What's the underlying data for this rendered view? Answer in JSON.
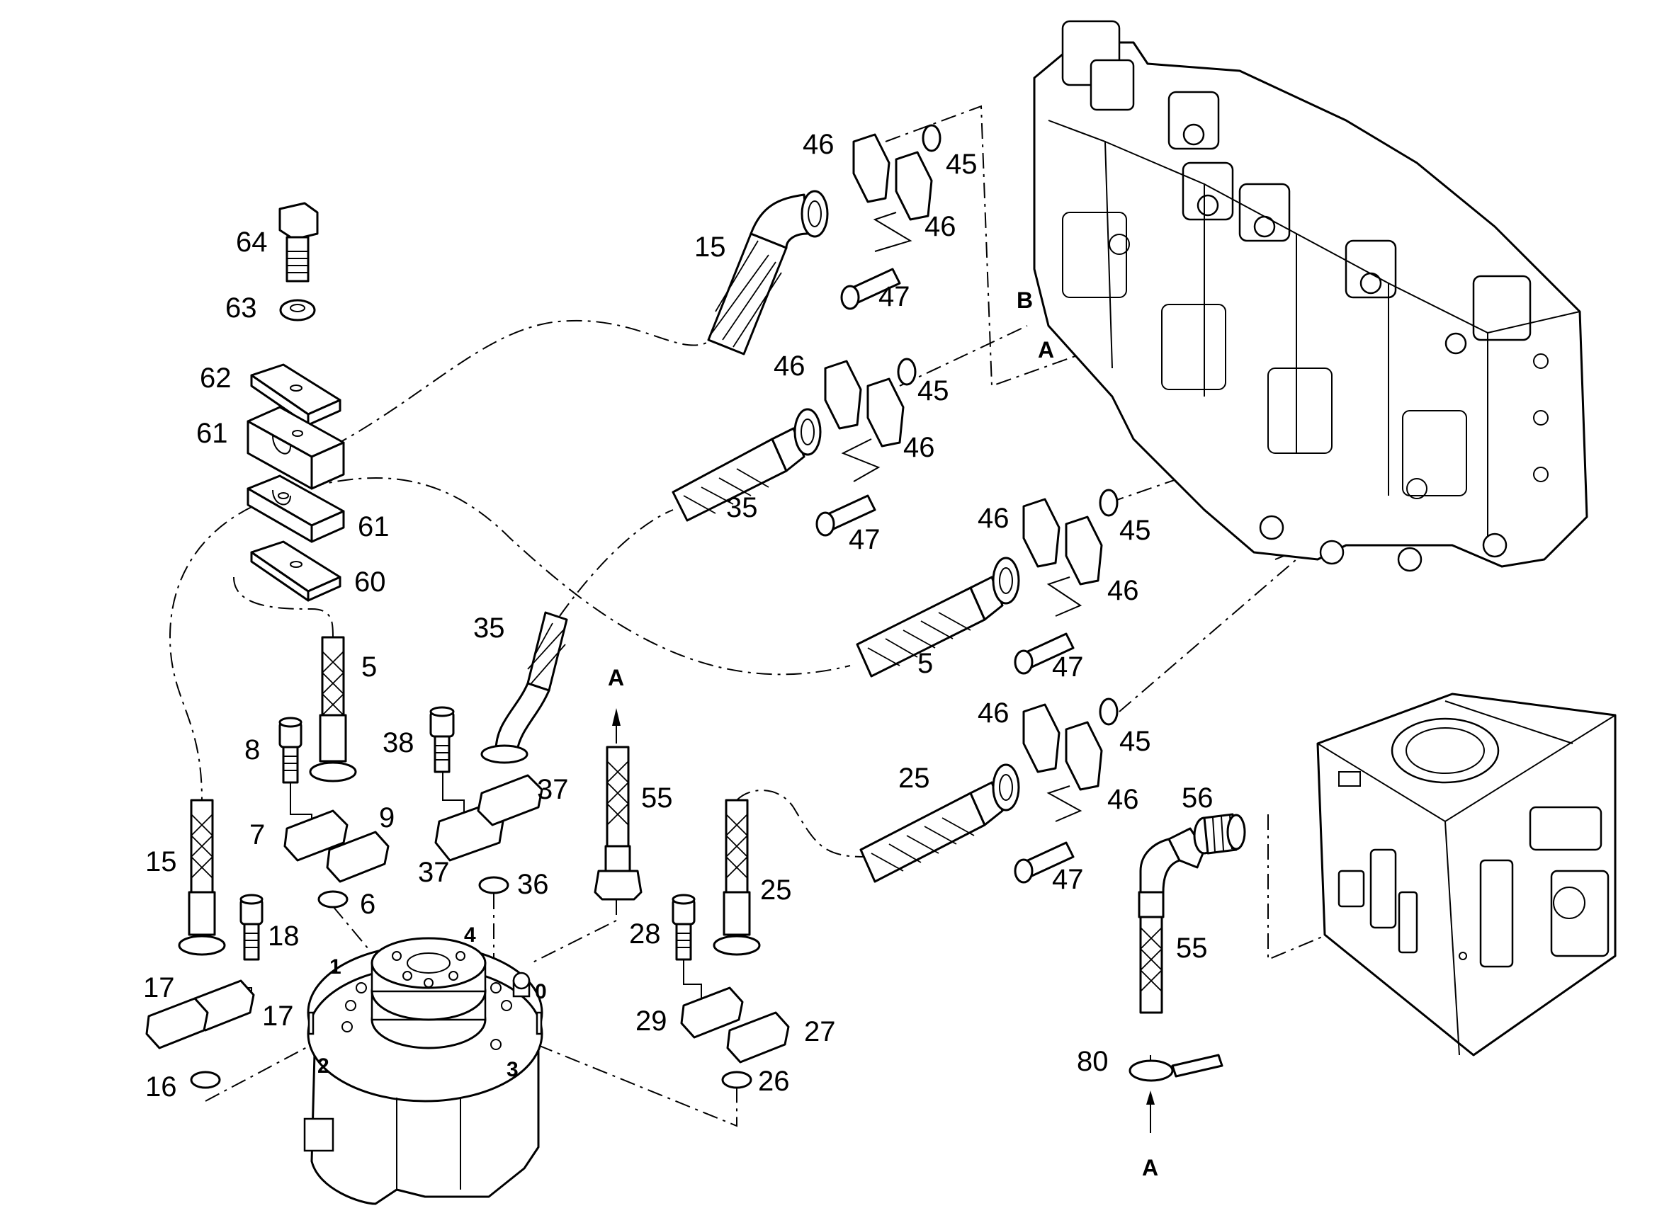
{
  "labels": {
    "l64": "64",
    "l63": "63",
    "l62": "62",
    "l61a": "61",
    "l61b": "61",
    "l60": "60",
    "l5a": "5",
    "l5b": "5",
    "l8": "8",
    "l7": "7",
    "l9": "9",
    "l6": "6",
    "l15a": "15",
    "l15b": "15",
    "l18": "18",
    "l17a": "17",
    "l17b": "17",
    "l16": "16",
    "l35a": "35",
    "l35b": "35",
    "l38": "38",
    "l37a": "37",
    "l37b": "37",
    "l36": "36",
    "l55a": "55",
    "l55b": "55",
    "l25a": "25",
    "l25b": "25",
    "l28": "28",
    "l29": "29",
    "l27": "27",
    "l26": "26",
    "l46a": "46",
    "l46b": "46",
    "l46c": "46",
    "l46d": "46",
    "l46e": "46",
    "l46f": "46",
    "l46g": "46",
    "l46h": "46",
    "l45a": "45",
    "l45b": "45",
    "l45c": "45",
    "l45d": "45",
    "l47a": "47",
    "l47b": "47",
    "l47c": "47",
    "l47d": "47",
    "l56": "56",
    "l80": "80"
  },
  "ports": {
    "p1": "1",
    "p2": "2",
    "p3": "3",
    "p4": "4",
    "p0": "0"
  },
  "refs": {
    "arrowA1": "A",
    "arrowA2": "A",
    "valveB": "B",
    "valveA": "A"
  }
}
